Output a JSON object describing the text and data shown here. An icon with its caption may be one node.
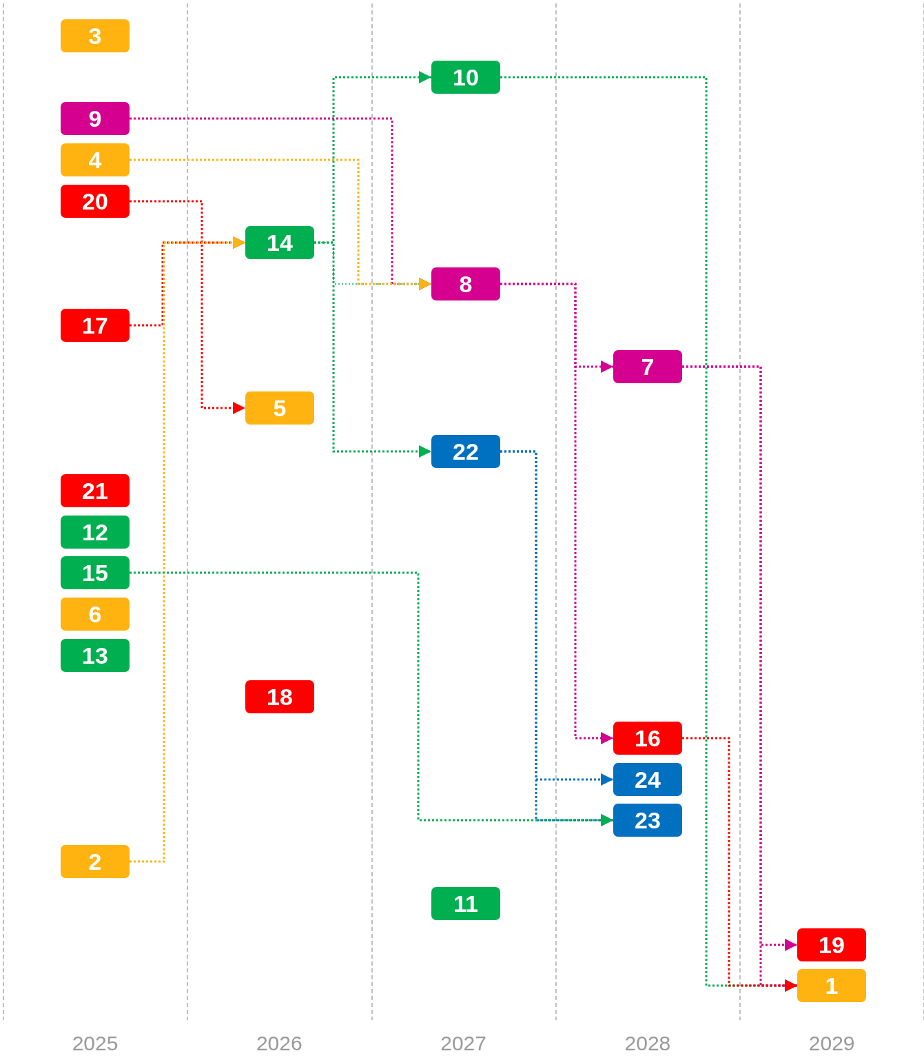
{
  "diagram": {
    "nodes": [
      {
        "text": [
          "3"
        ]
      },
      {
        "text": [
          "10"
        ]
      },
      {
        "text": [
          "9"
        ]
      },
      {
        "text": [
          "4"
        ]
      },
      {
        "text": [
          "20"
        ]
      },
      {
        "text": [
          "14"
        ]
      },
      {
        "text": [
          "8"
        ]
      },
      {
        "text": [
          "17"
        ]
      },
      {
        "text": [
          "7"
        ]
      },
      {
        "text": [
          "5"
        ]
      },
      {
        "text": [
          "22"
        ]
      },
      {
        "text": [
          "21"
        ]
      },
      {
        "text": [
          "12"
        ]
      },
      {
        "text": [
          "15"
        ]
      },
      {
        "text": [
          "6"
        ]
      },
      {
        "text": [
          "13"
        ]
      },
      {
        "text": [
          "18"
        ]
      },
      {
        "text": [
          "16"
        ]
      },
      {
        "text": [
          "24"
        ]
      },
      {
        "text": [
          "23"
        ]
      },
      {
        "text": [
          "2"
        ]
      },
      {
        "text": [
          "11"
        ]
      },
      {
        "text": [
          "19"
        ]
      },
      {
        "text": [
          "1"
        ]
      }
    ],
    "edges": [
      {
        "from": 1,
        "to": 23,
        "arrow": "to",
        "color": "#00b050"
      },
      {
        "from": 5,
        "to": 1,
        "arrow": "to",
        "color": "#00b050"
      },
      {
        "from": 5,
        "to": 6,
        "arrow": "to",
        "color": "#00b050"
      },
      {
        "from": 5,
        "to": 10,
        "arrow": "to",
        "color": "#00b050"
      },
      {
        "from": 2,
        "to": 6,
        "arrow": "to",
        "color": "#d5008f"
      },
      {
        "from": 3,
        "to": 6,
        "arrow": "to",
        "color": "#ffb310"
      },
      {
        "from": 4,
        "to": 9,
        "arrow": "to",
        "color": "#ff0000"
      },
      {
        "from": 7,
        "to": 5,
        "arrow": "to",
        "color": "#ff0000"
      },
      {
        "from": 20,
        "to": 5,
        "arrow": "to",
        "color": "#ffb310"
      },
      {
        "from": 6,
        "to": 8,
        "arrow": "to",
        "color": "#d5008f"
      },
      {
        "from": 6,
        "to": 17,
        "arrow": "to",
        "color": "#d5008f"
      },
      {
        "from": 8,
        "to": 22,
        "arrow": "to",
        "color": "#d5008f"
      },
      {
        "from": 8,
        "to": 23,
        "arrow": "to",
        "color": "#d5008f"
      },
      {
        "from": 17,
        "to": 23,
        "arrow": "to",
        "color": "#ff0000"
      },
      {
        "from": 10,
        "to": 18,
        "arrow": "to",
        "color": "#0070c0"
      },
      {
        "from": 10,
        "to": 19,
        "arrow": "to",
        "color": "#0070c0"
      },
      {
        "from": 13,
        "to": 19,
        "arrow": "to",
        "color": "#00b050"
      }
    ],
    "labels": [
      "2025",
      "2026",
      "2027",
      "2028",
      "2029"
    ]
  }
}
